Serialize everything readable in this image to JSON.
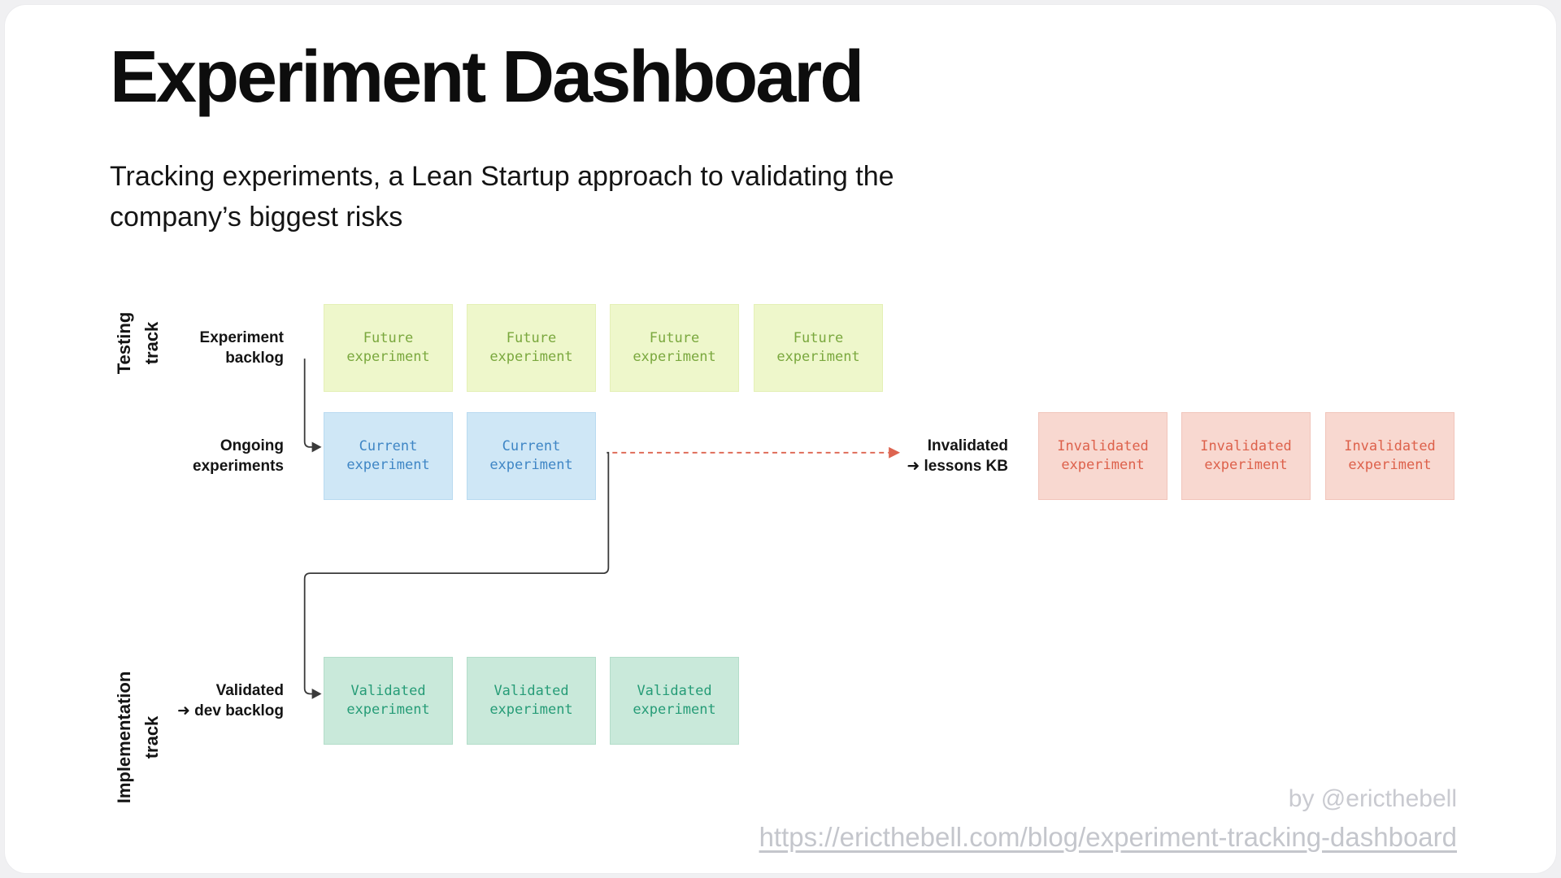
{
  "page": {
    "title": "Experiment Dashboard",
    "subtitle": "Tracking experiments, a Lean Startup approach to validating the\ncompany’s biggest risks"
  },
  "tracks": {
    "testing": "Testing\ntrack",
    "implementation": "Implementation\ntrack"
  },
  "row_labels": {
    "backlog": "Experiment\nbacklog",
    "ongoing": "Ongoing\nexperiments",
    "invalidated": "Invalidated\n➜ lessons KB",
    "validated": "Validated\n➜ dev backlog"
  },
  "boxes": {
    "future": {
      "label": "Future experiment",
      "count": 4,
      "bg": "#eef7cb",
      "text_color": "#7aa83e"
    },
    "current": {
      "label": "Current experiment",
      "count": 2,
      "bg": "#cfe7f6",
      "text_color": "#3f86c5"
    },
    "invalidated": {
      "label": "Invalidated experiment",
      "count": 3,
      "bg": "#f8d8d0",
      "text_color": "#dd614b"
    },
    "validated": {
      "label": "Validated experiment",
      "count": 3,
      "bg": "#c9e9da",
      "text_color": "#269c77"
    }
  },
  "connectors": {
    "backlog_to_ongoing": "solid",
    "ongoing_to_invalidated": "dashed",
    "ongoing_to_validated": "solid",
    "line_color": "#3a3a3a",
    "invalidated_arrow_color": "#dd6450"
  },
  "footer": {
    "byline": "by @ericthebell",
    "url": "https://ericthebell.com/blog/experiment-tracking-dashboard"
  }
}
